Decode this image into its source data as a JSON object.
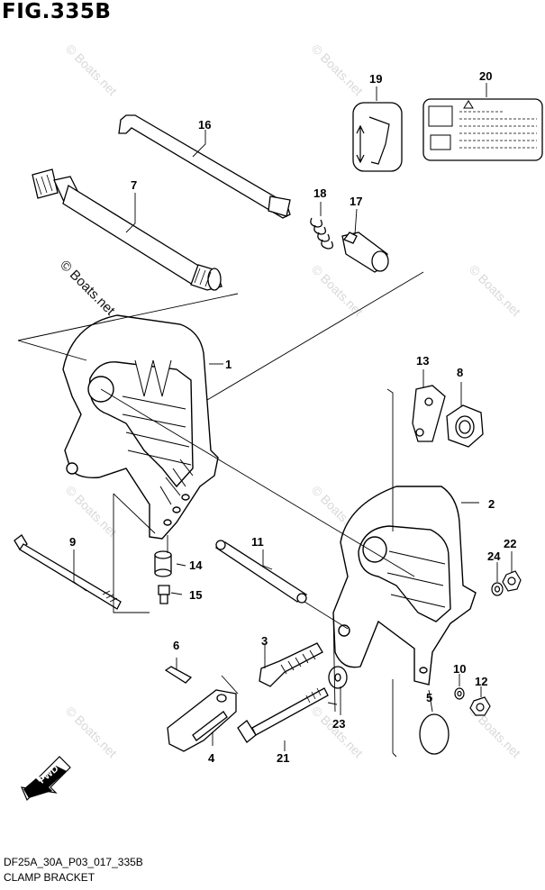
{
  "figure": {
    "title": "FIG.335B",
    "code": "DF25A_30A_P03_017_335B",
    "name": "CLAMP BRACKET"
  },
  "badge": {
    "fwd": "FWD"
  },
  "watermark": {
    "text": "© Boats.net"
  },
  "callouts": [
    {
      "key": "p1",
      "label": "1"
    },
    {
      "key": "p2",
      "label": "2"
    },
    {
      "key": "p3",
      "label": "3"
    },
    {
      "key": "p4",
      "label": "4"
    },
    {
      "key": "p5",
      "label": "5"
    },
    {
      "key": "p6",
      "label": "6"
    },
    {
      "key": "p7",
      "label": "7"
    },
    {
      "key": "p8",
      "label": "8"
    },
    {
      "key": "p9",
      "label": "9"
    },
    {
      "key": "p10",
      "label": "10"
    },
    {
      "key": "p11",
      "label": "11"
    },
    {
      "key": "p12",
      "label": "12"
    },
    {
      "key": "p13",
      "label": "13"
    },
    {
      "key": "p14",
      "label": "14"
    },
    {
      "key": "p15",
      "label": "15"
    },
    {
      "key": "p16",
      "label": "16"
    },
    {
      "key": "p17",
      "label": "17"
    },
    {
      "key": "p18",
      "label": "18"
    },
    {
      "key": "p19",
      "label": "19"
    },
    {
      "key": "p20",
      "label": "20"
    },
    {
      "key": "p21",
      "label": "21"
    },
    {
      "key": "p22",
      "label": "22"
    },
    {
      "key": "p23",
      "label": "23"
    },
    {
      "key": "p24",
      "label": "24"
    }
  ]
}
